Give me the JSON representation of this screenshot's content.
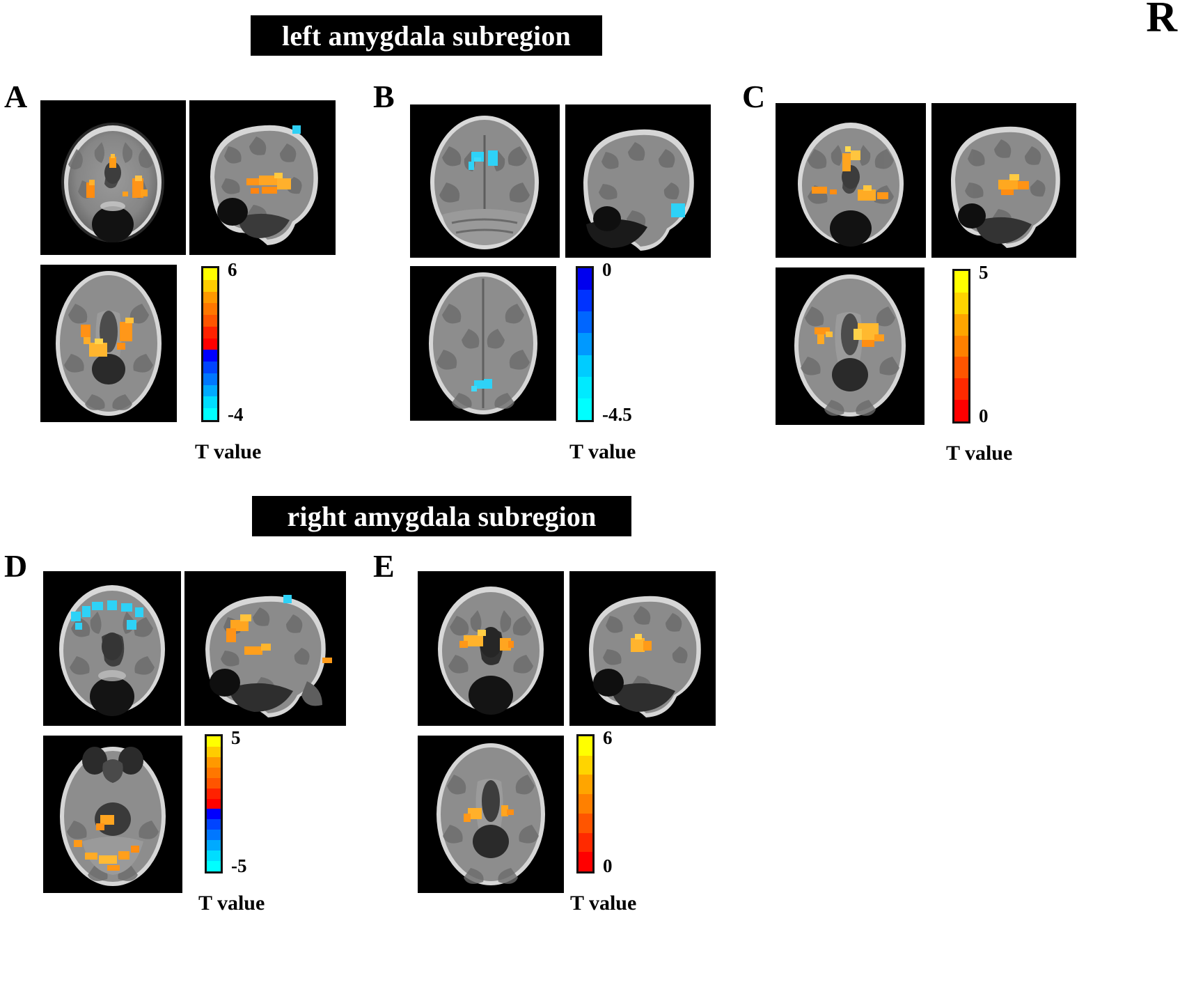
{
  "figure": {
    "corner_label": "R",
    "banners": {
      "left": "left amygdala subregion",
      "right": "right amygdala subregion"
    }
  },
  "panels": [
    {
      "id": "A",
      "letter": "A",
      "group": "left amygdala subregion",
      "views": [
        "coronal",
        "sagittal",
        "axial"
      ],
      "cluster_color": "warm",
      "colorbar": {
        "type": "bidirectional",
        "top_label": "6",
        "bottom_label": "-4",
        "title": "T value",
        "positive_colors": [
          "#ffff00",
          "#ffcc00",
          "#ff9900",
          "#ff7700",
          "#ff5500",
          "#ff2200",
          "#ff0000"
        ],
        "negative_colors": [
          "#0000ff",
          "#0044ff",
          "#0077ff",
          "#00aaff",
          "#00ddff",
          "#00ffff"
        ]
      }
    },
    {
      "id": "B",
      "letter": "B",
      "group": "left amygdala subregion",
      "views": [
        "coronal",
        "sagittal",
        "axial"
      ],
      "cluster_color": "cool",
      "colorbar": {
        "type": "negative",
        "top_label": "0",
        "bottom_label": "-4.5",
        "title": "T value",
        "positive_colors": [],
        "negative_colors": [
          "#0000ee",
          "#0033ff",
          "#0066ff",
          "#0099ff",
          "#00ccff",
          "#00eaff",
          "#00ffff"
        ]
      }
    },
    {
      "id": "C",
      "letter": "C",
      "group": "left amygdala subregion",
      "views": [
        "coronal",
        "sagittal",
        "axial"
      ],
      "cluster_color": "warm",
      "colorbar": {
        "type": "positive",
        "top_label": "5",
        "bottom_label": "0",
        "title": "T value",
        "positive_colors": [
          "#ffff00",
          "#ffd400",
          "#ffa500",
          "#ff8000",
          "#ff5500",
          "#ff2a00",
          "#ff0000"
        ],
        "negative_colors": []
      }
    },
    {
      "id": "D",
      "letter": "D",
      "group": "right amygdala subregion",
      "views": [
        "coronal",
        "sagittal",
        "axial"
      ],
      "cluster_color": "mixed",
      "colorbar": {
        "type": "bidirectional",
        "top_label": "5",
        "bottom_label": "-5",
        "title": "T value",
        "positive_colors": [
          "#ffff00",
          "#ffcc00",
          "#ff9900",
          "#ff7700",
          "#ff5500",
          "#ff2200",
          "#ff0000"
        ],
        "negative_colors": [
          "#0000ff",
          "#0044ff",
          "#0077ff",
          "#00aaff",
          "#00ddff",
          "#00ffff"
        ]
      }
    },
    {
      "id": "E",
      "letter": "E",
      "group": "right amygdala subregion",
      "views": [
        "coronal",
        "sagittal",
        "axial"
      ],
      "cluster_color": "warm",
      "colorbar": {
        "type": "positive",
        "top_label": "6",
        "bottom_label": "0",
        "title": "T value",
        "positive_colors": [
          "#ffff00",
          "#ffd400",
          "#ffa500",
          "#ff8000",
          "#ff5500",
          "#ff2a00",
          "#ff0000"
        ],
        "negative_colors": []
      }
    }
  ]
}
